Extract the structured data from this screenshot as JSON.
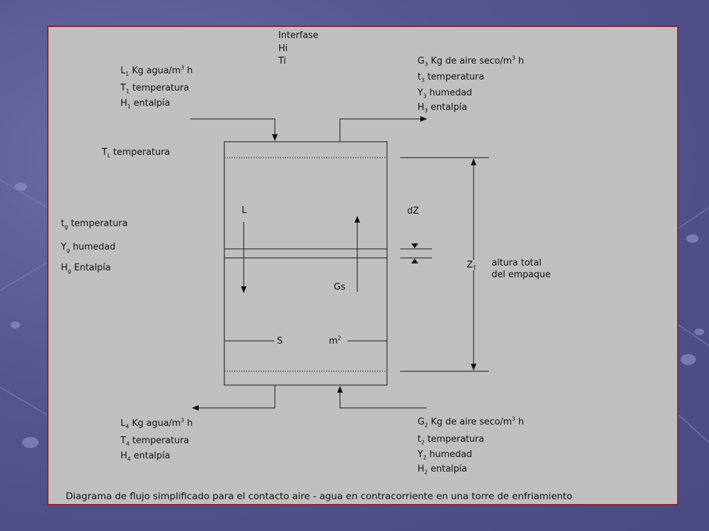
{
  "diagram": {
    "interface": {
      "title": "Interfase",
      "line1": "Hi",
      "line2": "Ti"
    },
    "water_in": {
      "flow": {
        "var": "L",
        "sub": "1",
        "text": " Kg agua/m",
        "sup": "3",
        "after": " h"
      },
      "temperature": {
        "var": "T",
        "sub": "1",
        "text": " temperatura"
      },
      "enthalpy": {
        "var": "H",
        "sub": "1",
        "text": " entalpía"
      }
    },
    "air_out": {
      "flow": {
        "var": "G",
        "sub": "3",
        "text": " Kg de aire seco/m",
        "sup": "3",
        "after": " h"
      },
      "temperature": {
        "var": "t",
        "sub": "3",
        "text": " temperatura"
      },
      "humidity": {
        "var": "Y",
        "sub": "3",
        "text": " humedad"
      },
      "enthalpy": {
        "var": "H",
        "sub": "3",
        "text": " entalpía"
      }
    },
    "liquid_temp": {
      "var": "T",
      "sub": "L",
      "text": " temperatura"
    },
    "gas_side": {
      "temperature": {
        "var": "t",
        "sub": "g",
        "text": " temperatura"
      },
      "humidity": {
        "var": "Y",
        "sub": "g",
        "text": " humedad"
      },
      "enthalpy": {
        "var": "H",
        "sub": "g",
        "text": " Entalpía"
      }
    },
    "tower": {
      "liquid_flow": "L",
      "gas_flow": "Gs",
      "section": "S",
      "area": {
        "text": "m",
        "sup": "2"
      },
      "dz": "dZ",
      "height_var": {
        "var": "Z",
        "sub": "T"
      },
      "height_line1": "altura total",
      "height_line2": "del empaque"
    },
    "water_out": {
      "flow": {
        "var": "L",
        "sub": "4",
        "text": " Kg agua/m",
        "sup": "3",
        "after": " h"
      },
      "temperature": {
        "var": "T",
        "sub": "4",
        "text": " temperatura"
      },
      "enthalpy": {
        "var": "H",
        "sub": "4",
        "text": " entalpía"
      }
    },
    "air_in": {
      "flow": {
        "var": "G",
        "sub": "2",
        "text": " Kg de aire seco/m",
        "sup": "3",
        "after": " h"
      },
      "temperature": {
        "var": "t",
        "sub": "2",
        "text": " temperatura"
      },
      "humidity": {
        "var": "Y",
        "sub": "2",
        "text": " humedad"
      },
      "enthalpy": {
        "var": "H",
        "sub": "2",
        "text": " entalpía"
      }
    },
    "caption": "Diagrama de flujo simplificado para el contacto aire - agua en contracorriente en una torre de enfriamiento"
  },
  "colors": {
    "panel": "#bfbfbf",
    "border": "#8a2430",
    "background": "#55558f",
    "ink": "#111111"
  }
}
